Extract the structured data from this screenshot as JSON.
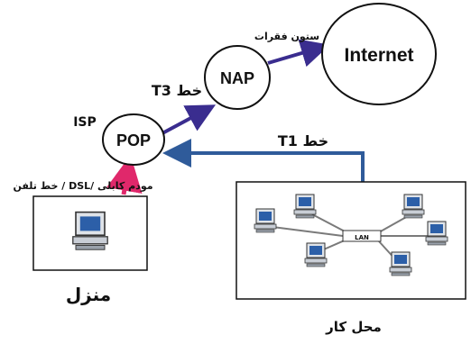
{
  "nodes": {
    "internet": "Internet",
    "nap": "NAP",
    "pop": "POP"
  },
  "labels": {
    "backbone": "ستون فقرات",
    "t3": "T3 خط",
    "t1": "T1 خط",
    "isp": "ISP",
    "home_link": "خط تلفن / DSL/ مودم کابلی",
    "home": "منزل",
    "workplace": "محل کار",
    "lan": "LAN"
  },
  "colors": {
    "t3_link": "#3a2d8f",
    "backbone_link": "#3a2d8f",
    "t1_link": "#2f5b9a",
    "home_link": "#e0286b",
    "lan_cable": "#7a7a7a"
  }
}
